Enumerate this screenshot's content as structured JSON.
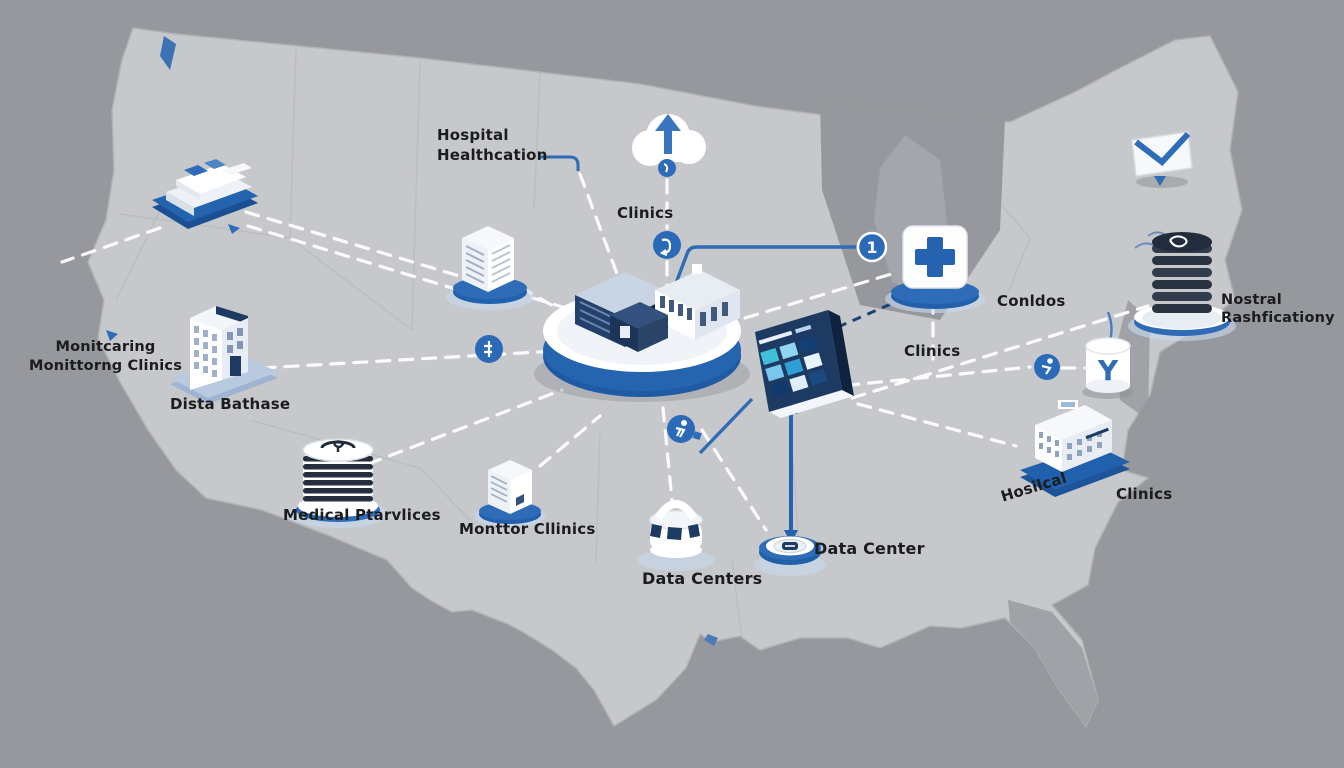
{
  "scene": {
    "type": "healthcare-network-infographic",
    "region": "United States map with connected medical facility nodes"
  },
  "colors": {
    "background": "#96989d",
    "map": "#c7c8cc",
    "state_line": "#aeb1b6",
    "accent_blue": "#2e6cb5",
    "platform_blue": "#2160ad",
    "navy": "#1d3a63",
    "dashed_line": "#ffffff",
    "label_text": "#1b1c1e",
    "teal": "#3fc0d8"
  },
  "labels": {
    "hospital_healthcation": {
      "line1": "Hospital",
      "line2": "Healthcation"
    },
    "clinics_top": "Clinics",
    "monitoring": {
      "line1": "Monitcaring",
      "line2": "Monittorng Clinics"
    },
    "data_bathase": "Dista Bathase",
    "medical_services": "Medical Ptarvlices",
    "monitor_clinics": "Monttor Cllinics",
    "data_centers": "Data Centers",
    "data_center": "Data Center",
    "condos": "Conldos",
    "clinics_mid": "Clinics",
    "nostral": {
      "line1": "Nostral",
      "line2": "Rashficationy"
    },
    "hospital_se": "Hosilcal",
    "clinics_se": "Clinics"
  },
  "node_badges": {
    "one": "1",
    "cylinder": "Y"
  },
  "icon_names": [
    "monitoring-platform-icon",
    "server-tower-icon",
    "hospital-tower-icon",
    "medical-database-icon",
    "server-small-icon",
    "data-basket-icon",
    "data-disc-icon",
    "central-hub-icon",
    "server-panel-icon",
    "medical-cross-icon",
    "cloud-upload-icon",
    "mail-envelope-icon",
    "coin-stack-icon",
    "storage-cylinder-icon",
    "hospital-building-icon"
  ]
}
